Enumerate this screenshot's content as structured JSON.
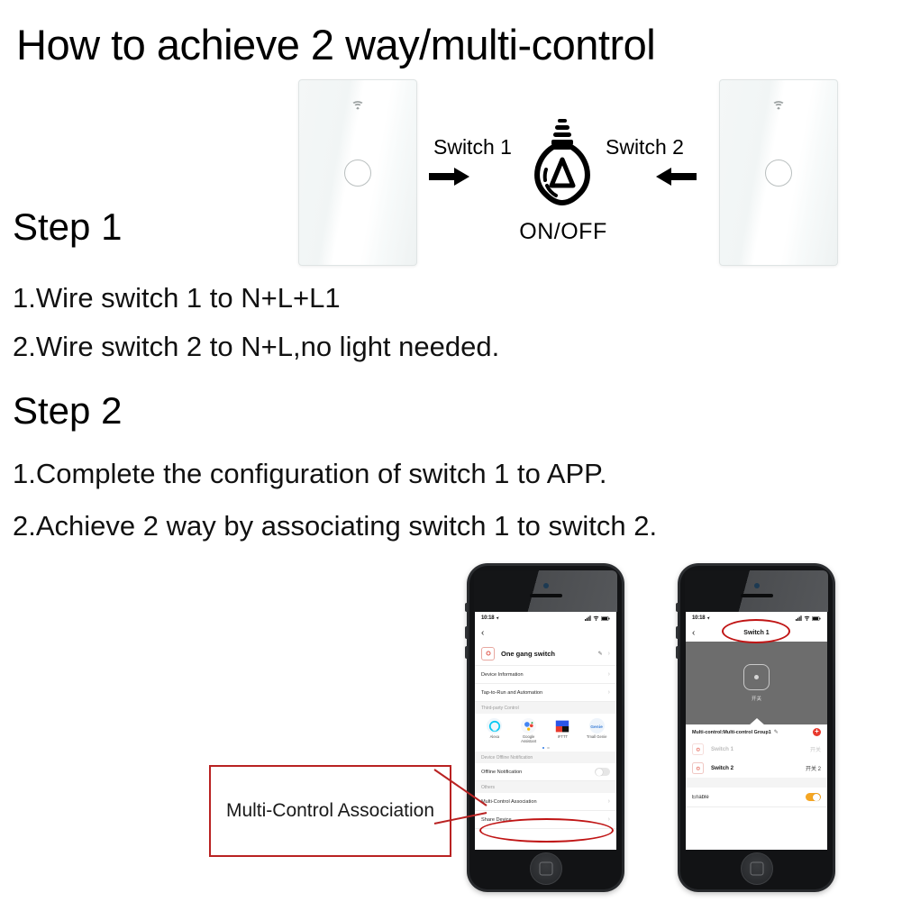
{
  "headline": "How to achieve 2 way/multi-control",
  "diagram": {
    "switch1_label": "Switch 1",
    "switch2_label": "Switch 2",
    "bulb_label": "ON/OFF",
    "left_arrow_name": "arrow-right",
    "right_arrow_name": "arrow-left"
  },
  "steps": [
    {
      "heading": "Step 1",
      "lines": [
        "1.Wire switch 1 to N+L+L1",
        "2.Wire switch 2 to N+L,no light needed."
      ]
    },
    {
      "heading": "Step 2",
      "lines": [
        "1.Complete the configuration of switch 1 to APP.",
        "2.Achieve 2 way by associating switch 1 to switch 2."
      ]
    }
  ],
  "callout": {
    "text": "Multi-Control Association",
    "border_color": "#b92222"
  },
  "phone_left": {
    "status": {
      "time": "10:18",
      "location_icon": "location-arrow-icon",
      "signal": "signal-bars-icon",
      "wifi": "wifi-icon",
      "battery": "battery-icon"
    },
    "nav": {
      "back": "‹"
    },
    "device": {
      "name": "One gang switch",
      "edit_icon": "pencil-icon",
      "chevron": "›"
    },
    "rows": [
      {
        "label": "Device Information",
        "chevron": "›"
      },
      {
        "label": "Tap-to-Run and Automation",
        "chevron": "›"
      }
    ],
    "third_party_header": "Third-party Control",
    "third_party": [
      {
        "label": "Alexa",
        "icon": "alexa-icon"
      },
      {
        "label": "Google\nAssistant",
        "icon": "google-assistant-icon"
      },
      {
        "label": "IFTTT",
        "icon": "ifttt-icon"
      },
      {
        "label": "Tmall Genie",
        "icon": "tmall-genie-icon"
      }
    ],
    "offline_header": "Device Offline Notification",
    "offline_row": {
      "label": "Offline Notification",
      "toggle": "off"
    },
    "others_header": "Others",
    "highlighted_row": {
      "label": "Multi-Control Association",
      "chevron": "›"
    },
    "partial_row": {
      "label": "Share Device",
      "chevron": "›"
    }
  },
  "phone_right": {
    "status": {
      "time": "10:18",
      "location_icon": "location-arrow-icon",
      "signal": "signal-bars-icon",
      "wifi": "wifi-icon",
      "battery": "battery-icon"
    },
    "nav": {
      "back": "‹",
      "title": "Switch 1"
    },
    "hero": {
      "label": "开关",
      "icon": "switch-button-icon"
    },
    "group": {
      "title": "Multi-control:Multi-control Group1",
      "edit_icon": "pencil-icon",
      "add_label": "+",
      "add_color": "#e8392d"
    },
    "members": [
      {
        "name": "Switch 1",
        "cn": "开关",
        "dim": true
      },
      {
        "name": "Switch 2",
        "cn": "开关 2",
        "dim": false
      }
    ],
    "enable_row": {
      "label": "Enable",
      "toggle": "on",
      "toggle_color": "#f5a623"
    }
  }
}
